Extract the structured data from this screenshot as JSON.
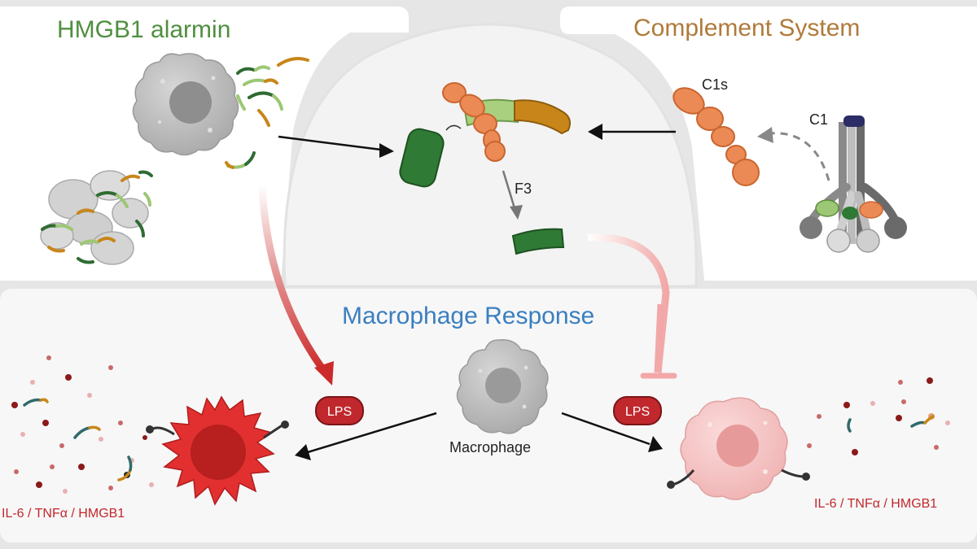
{
  "panels": {
    "hmgb1_title": "HMGB1 alarmin",
    "complement_title": "Complement System",
    "macrophage_title": "Macrophage Response"
  },
  "labels": {
    "c1s": "C1s",
    "c1": "C1",
    "f3": "F3",
    "macrophage": "Macrophage",
    "lps_left": "LPS",
    "lps_right": "LPS",
    "cytokines_left": "IL-6 / TNFα / HMGB1",
    "cytokines_right": "IL-6 / TNFα / HMGB1"
  },
  "colors": {
    "hmgb1_title": "#4f8f3f",
    "complement_title": "#b07a3a",
    "macrophage_title": "#3a7fc0",
    "activated_cell": "#e23030",
    "tolerant_cell": "#f5c2c2",
    "resting_cell": "#b8b8b8",
    "c1s_orange": "#ec8a55",
    "hmgb1_dark_green": "#2f6b32",
    "hmgb1_light_green": "#9cc774",
    "hmgb1_ochre": "#c8861a",
    "lps_badge": "#c0282d",
    "cytokine_text": "#c0282d"
  }
}
